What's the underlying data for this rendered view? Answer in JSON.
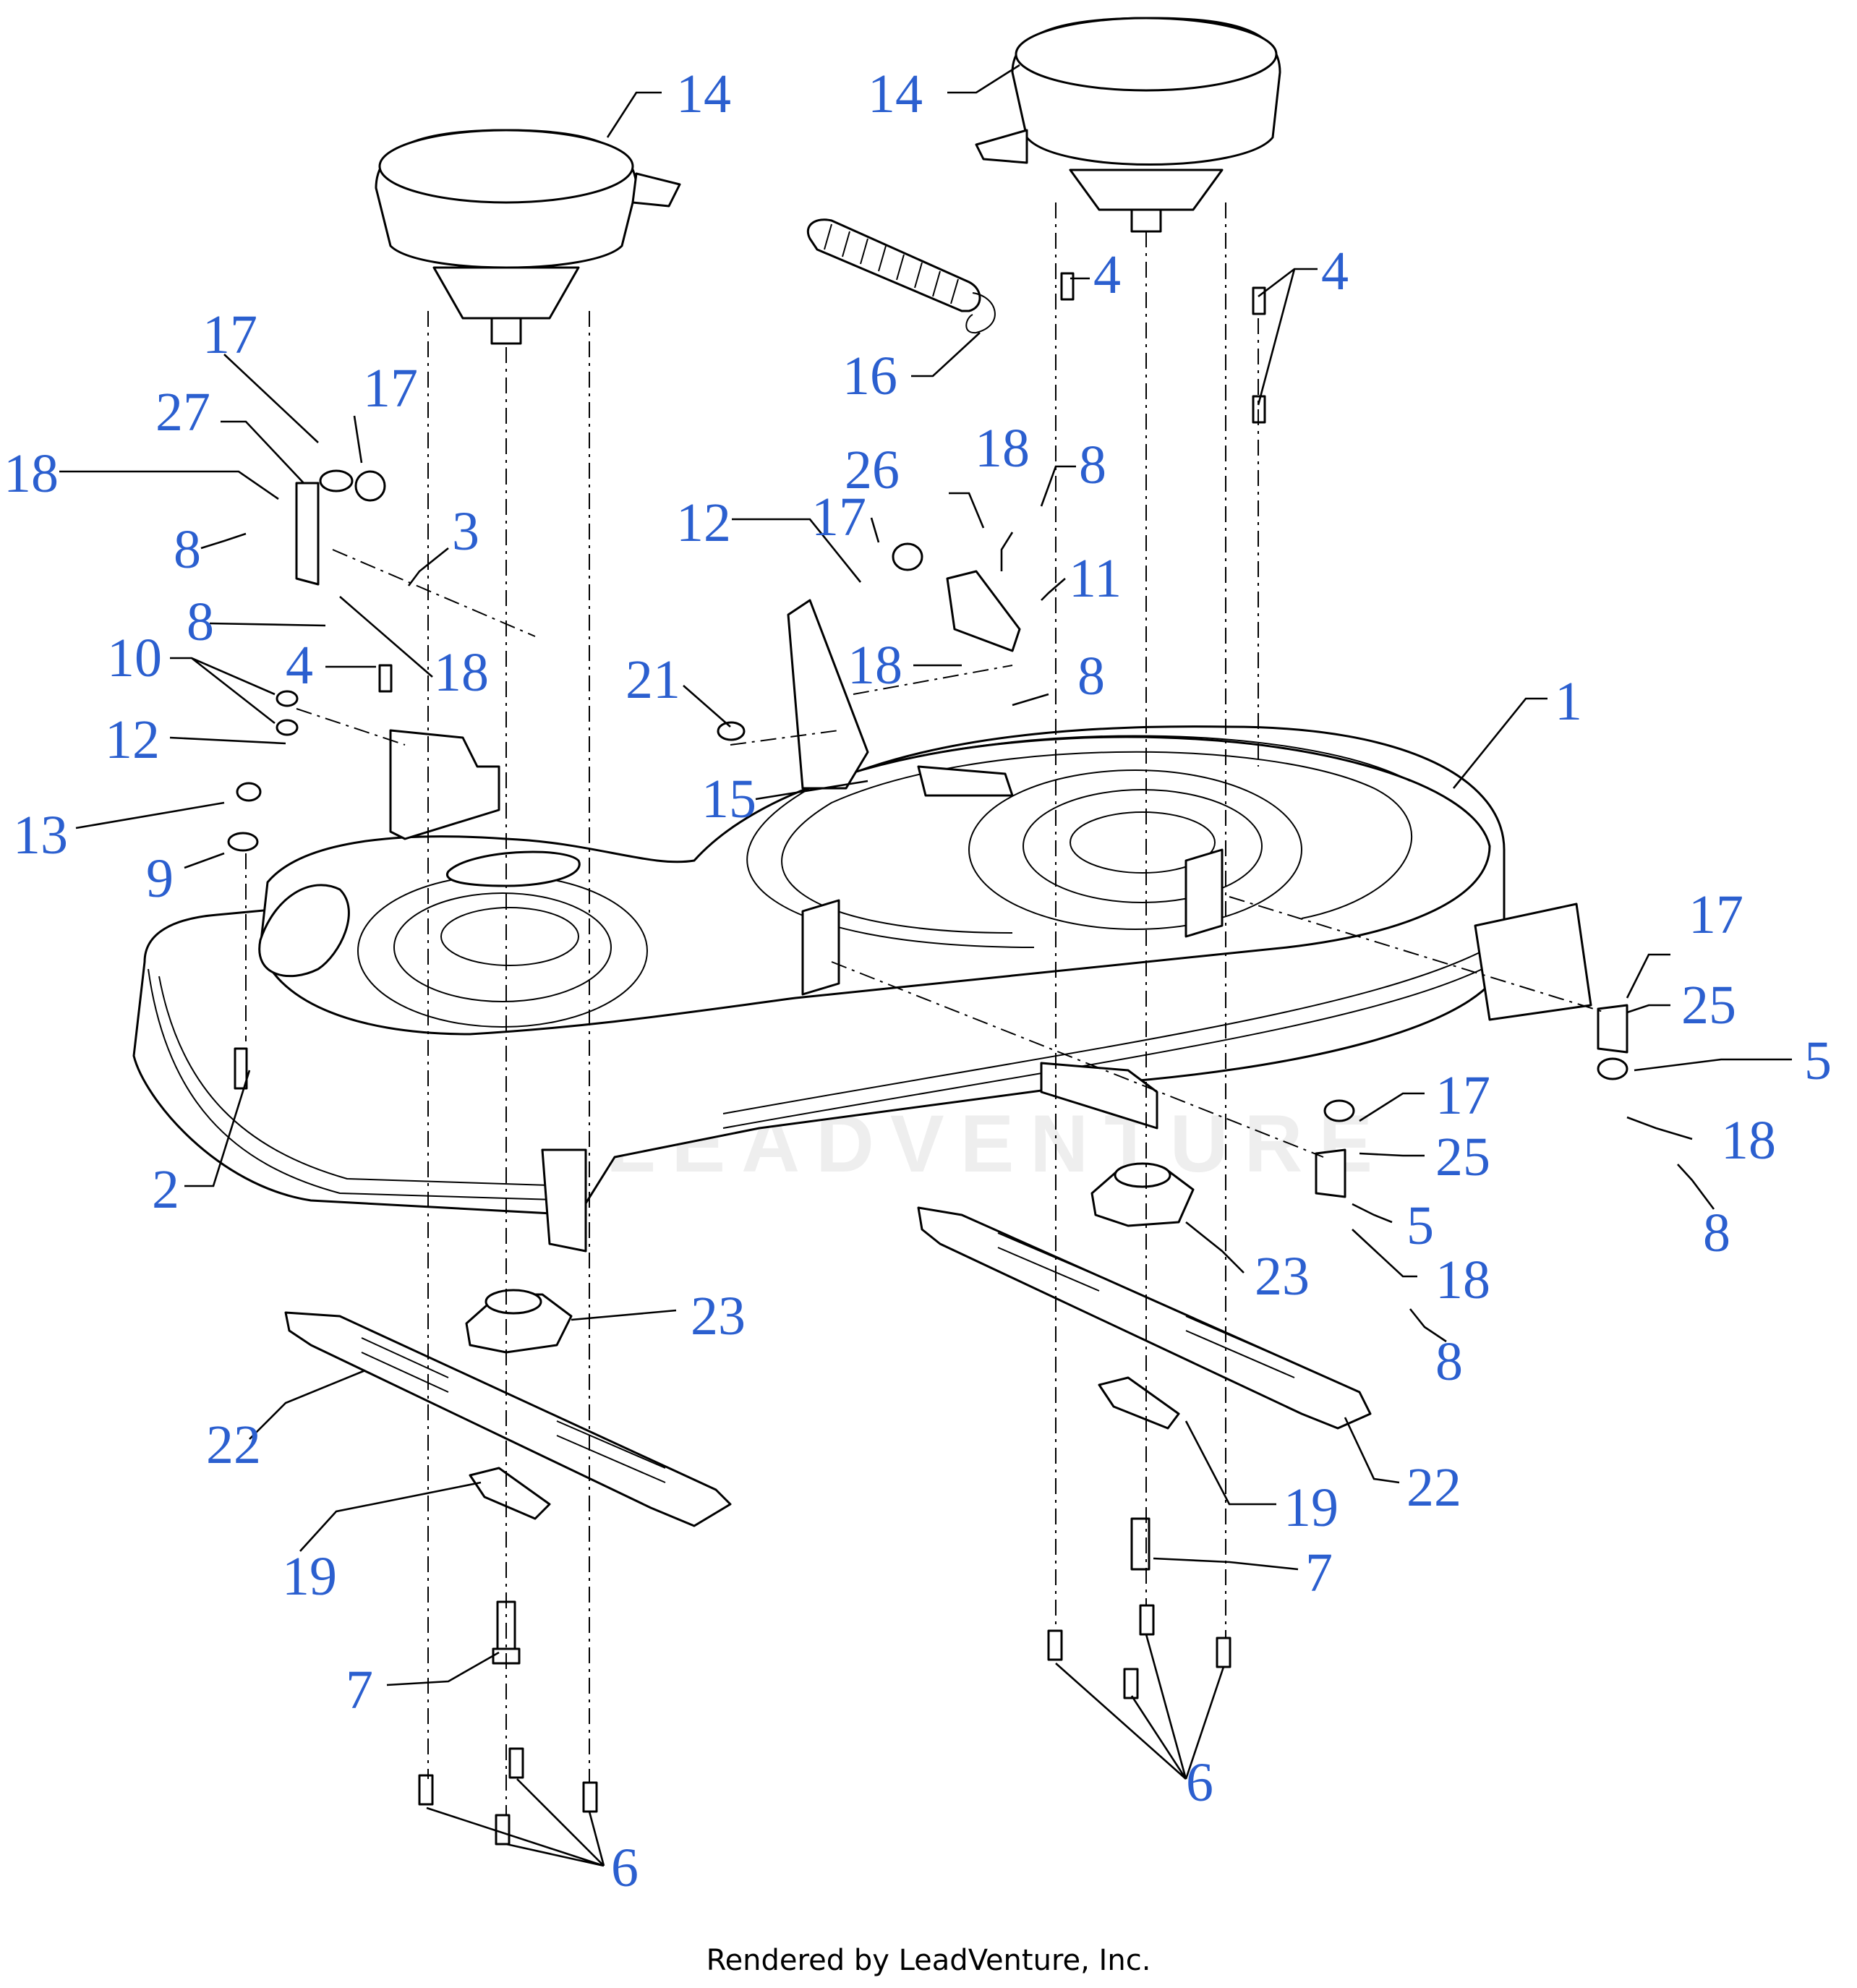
{
  "diagram": {
    "watermark": "LEADVENTURE",
    "footer": "Rendered by LeadVenture, Inc.",
    "callouts": [
      {
        "id": "c14a",
        "label": "14"
      },
      {
        "id": "c14b",
        "label": "14"
      },
      {
        "id": "c16",
        "label": "16"
      },
      {
        "id": "c4a",
        "label": "4"
      },
      {
        "id": "c4b",
        "label": "4"
      },
      {
        "id": "c17a",
        "label": "17"
      },
      {
        "id": "c17b",
        "label": "17"
      },
      {
        "id": "c27",
        "label": "27"
      },
      {
        "id": "c18a",
        "label": "18"
      },
      {
        "id": "c8a",
        "label": "8"
      },
      {
        "id": "c3",
        "label": "3"
      },
      {
        "id": "c8b",
        "label": "8"
      },
      {
        "id": "c18b",
        "label": "18"
      },
      {
        "id": "c4c",
        "label": "4"
      },
      {
        "id": "c10",
        "label": "10"
      },
      {
        "id": "c12a",
        "label": "12"
      },
      {
        "id": "c13",
        "label": "13"
      },
      {
        "id": "c9",
        "label": "9"
      },
      {
        "id": "c2",
        "label": "2"
      },
      {
        "id": "c26",
        "label": "26"
      },
      {
        "id": "c18c",
        "label": "18"
      },
      {
        "id": "c8c",
        "label": "8"
      },
      {
        "id": "c12b",
        "label": "12"
      },
      {
        "id": "c17c",
        "label": "17"
      },
      {
        "id": "c11",
        "label": "11"
      },
      {
        "id": "c21",
        "label": "21"
      },
      {
        "id": "c18d",
        "label": "18"
      },
      {
        "id": "c8d",
        "label": "8"
      },
      {
        "id": "c1",
        "label": "1"
      },
      {
        "id": "c15",
        "label": "15"
      },
      {
        "id": "c17d",
        "label": "17"
      },
      {
        "id": "c25a",
        "label": "25"
      },
      {
        "id": "c5a",
        "label": "5"
      },
      {
        "id": "c18e",
        "label": "18"
      },
      {
        "id": "c8e",
        "label": "8"
      },
      {
        "id": "c17e",
        "label": "17"
      },
      {
        "id": "c25b",
        "label": "25"
      },
      {
        "id": "c5b",
        "label": "5"
      },
      {
        "id": "c18f",
        "label": "18"
      },
      {
        "id": "c8f",
        "label": "8"
      },
      {
        "id": "c23a",
        "label": "23"
      },
      {
        "id": "c23b",
        "label": "23"
      },
      {
        "id": "c22a",
        "label": "22"
      },
      {
        "id": "c22b",
        "label": "22"
      },
      {
        "id": "c19a",
        "label": "19"
      },
      {
        "id": "c19b",
        "label": "19"
      },
      {
        "id": "c7a",
        "label": "7"
      },
      {
        "id": "c7b",
        "label": "7"
      },
      {
        "id": "c6a",
        "label": "6"
      },
      {
        "id": "c6b",
        "label": "6"
      }
    ]
  }
}
